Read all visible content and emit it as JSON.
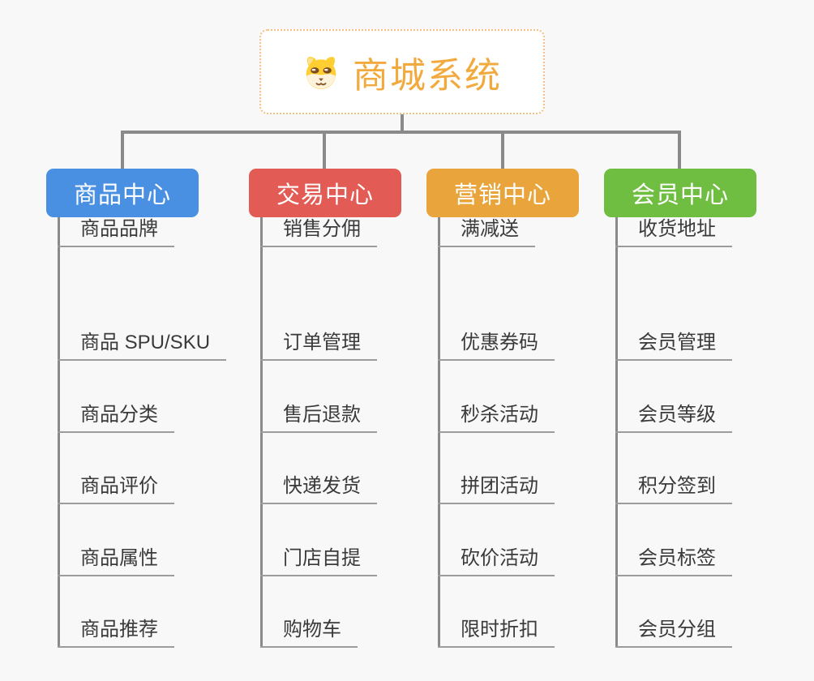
{
  "colors": {
    "background": "#f8f8f8",
    "connector": "#8a8a8a",
    "underline": "#9c9c9c",
    "item_text": "#3a3a3a",
    "root_accent": "#f2a93d",
    "root_border": "#f2c183"
  },
  "root": {
    "title": "商城系统",
    "icon": "dog-face-icon"
  },
  "branches": [
    {
      "label": "商品中心",
      "color": "#4a90e2",
      "items": [
        "商品 SPU/SKU",
        "商品分类",
        "商品评价",
        "商品属性",
        "商品推荐",
        "商品品牌"
      ]
    },
    {
      "label": "交易中心",
      "color": "#e25b55",
      "items": [
        "订单管理",
        "售后退款",
        "快递发货",
        "门店自提",
        "购物车",
        "销售分佣"
      ]
    },
    {
      "label": "营销中心",
      "color": "#e9a53c",
      "items": [
        "优惠券码",
        "秒杀活动",
        "拼团活动",
        "砍价活动",
        "限时折扣",
        "满减送"
      ]
    },
    {
      "label": "会员中心",
      "color": "#70be41",
      "items": [
        "会员管理",
        "会员等级",
        "积分签到",
        "会员标签",
        "会员分组",
        "收货地址"
      ]
    }
  ]
}
